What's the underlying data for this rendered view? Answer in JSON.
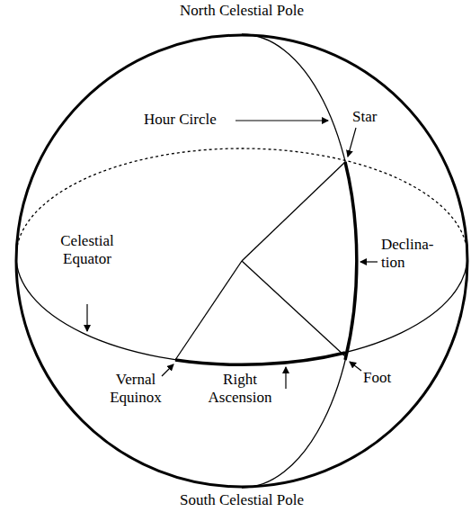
{
  "diagram": {
    "labels": [
      "North Celestial Pole",
      "Hour Circle",
      "Star",
      "Celestial Equator",
      "Declina- tion",
      "Vernal Equinox",
      "Right Ascension",
      "Foot",
      "South Celestial Pole"
    ]
  }
}
